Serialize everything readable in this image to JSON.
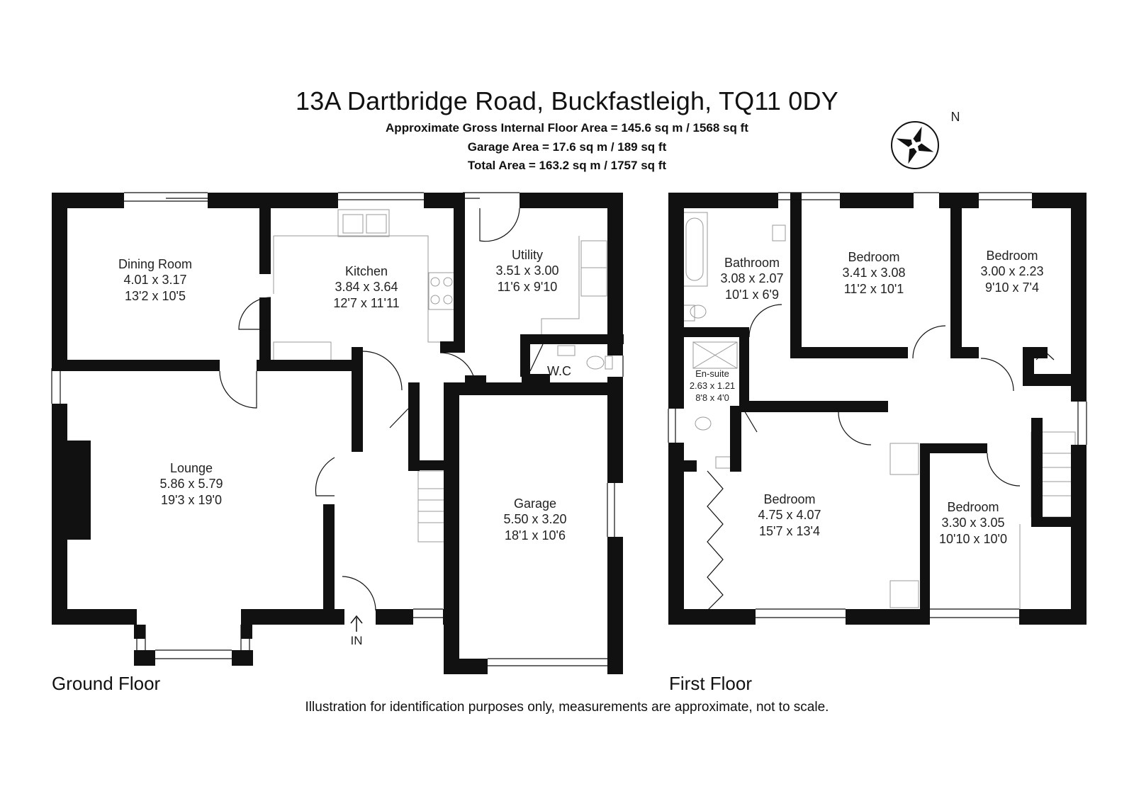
{
  "header": {
    "address": "13A Dartbridge Road, Buckfastleigh, TQ11 0DY",
    "gross_area": "Approximate Gross Internal Floor Area  = 145.6 sq m / 1568 sq ft",
    "garage_area": "Garage Area = 17.6 sq m / 189 sq ft",
    "total_area": "Total Area = 163.2 sq m / 1757 sq ft"
  },
  "compass": {
    "label": "N"
  },
  "entrance": {
    "label": "IN"
  },
  "floors": {
    "ground": {
      "label": "Ground Floor"
    },
    "first": {
      "label": "First Floor"
    }
  },
  "rooms": {
    "dining": {
      "name": "Dining Room",
      "metric": "4.01 x 3.17",
      "imperial": "13'2 x 10'5"
    },
    "kitchen": {
      "name": "Kitchen",
      "metric": "3.84 x 3.64",
      "imperial": "12'7 x 11'11"
    },
    "utility": {
      "name": "Utility",
      "metric": "3.51 x 3.00",
      "imperial": "11'6 x 9'10"
    },
    "wc": {
      "name": "W.C"
    },
    "lounge": {
      "name": "Lounge",
      "metric": "5.86 x 5.79",
      "imperial": "19'3 x 19'0"
    },
    "garage": {
      "name": "Garage",
      "metric": "5.50 x 3.20",
      "imperial": "18'1 x 10'6"
    },
    "bathroom": {
      "name": "Bathroom",
      "metric": "3.08 x 2.07",
      "imperial": "10'1 x 6'9"
    },
    "bedroom_a": {
      "name": "Bedroom",
      "metric": "3.41 x 3.08",
      "imperial": "11'2 x 10'1"
    },
    "bedroom_b": {
      "name": "Bedroom",
      "metric": "3.00 x 2.23",
      "imperial": "9'10 x 7'4"
    },
    "ensuite": {
      "name": "En-suite",
      "metric": "2.63 x 1.21",
      "imperial": "8'8 x 4'0"
    },
    "bedroom_c": {
      "name": "Bedroom",
      "metric": "4.75 x 4.07",
      "imperial": "15'7 x 13'4"
    },
    "bedroom_d": {
      "name": "Bedroom",
      "metric": "3.30 x 3.05",
      "imperial": "10'10 x 10'0"
    }
  },
  "footer": {
    "disclaimer": "Illustration for identification purposes only, measurements are approximate, not to scale."
  },
  "colors": {
    "wall": "#111111",
    "fixture": "#9a9a9a",
    "background": "#ffffff"
  }
}
